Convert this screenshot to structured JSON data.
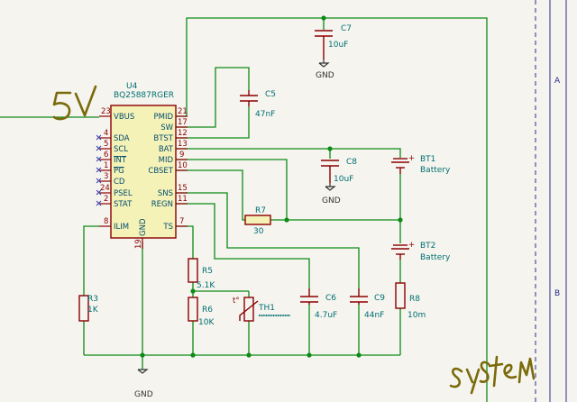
{
  "ic": {
    "ref": "U4",
    "part": "BQ25887RGER",
    "left_pins": [
      {
        "num": "23",
        "name": "VBUS"
      },
      {
        "num": "4",
        "name": "SDA"
      },
      {
        "num": "5",
        "name": "SCL"
      },
      {
        "num": "6",
        "name": "INT"
      },
      {
        "num": "1",
        "name": "PG"
      },
      {
        "num": "3",
        "name": "CD"
      },
      {
        "num": "24",
        "name": "PSEL"
      },
      {
        "num": "2",
        "name": "STAT"
      },
      {
        "num": "8",
        "name": "ILIM"
      }
    ],
    "right_pins": [
      {
        "num": "21",
        "name": "PMID"
      },
      {
        "num": "17",
        "name": "SW"
      },
      {
        "num": "12",
        "name": "BTST"
      },
      {
        "num": "13",
        "name": "BAT"
      },
      {
        "num": "9",
        "name": "MID"
      },
      {
        "num": "10",
        "name": "CBSET"
      },
      {
        "num": "15",
        "name": "SNS"
      },
      {
        "num": "11",
        "name": "REGN"
      },
      {
        "num": "7",
        "name": "TS"
      }
    ],
    "bottom_pin": {
      "num": "19",
      "name": "GND"
    }
  },
  "components": {
    "C7": {
      "ref": "C7",
      "value": "10uF"
    },
    "C5": {
      "ref": "C5",
      "value": "47nF"
    },
    "C8": {
      "ref": "C8",
      "value": "10uF"
    },
    "R7": {
      "ref": "R7",
      "value": "30"
    },
    "BT1": {
      "ref": "BT1",
      "value": "Battery"
    },
    "BT2": {
      "ref": "BT2",
      "value": "Battery"
    },
    "R5": {
      "ref": "R5",
      "value": "5.1K"
    },
    "R6": {
      "ref": "R6",
      "value": "10K"
    },
    "TH1": {
      "ref": "TH1"
    },
    "C6": {
      "ref": "C6",
      "value": "4.7uF"
    },
    "C9": {
      "ref": "C9",
      "value": "44nF"
    },
    "R8": {
      "ref": "R8",
      "value": "10m"
    },
    "R3": {
      "ref": "R3",
      "value": "1K"
    }
  },
  "gnd_label": "GND",
  "sheet_border": {
    "zone_a": "A",
    "zone_b": "B"
  },
  "handwriting": {
    "input": "5V",
    "output": "system"
  }
}
